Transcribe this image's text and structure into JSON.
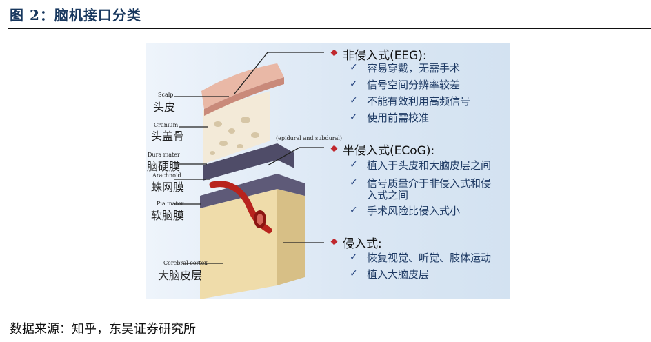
{
  "title": "图 2：脑机接口分类",
  "source": "数据来源：知乎，东吴证券研究所",
  "labels": {
    "scalp_en": "Scalp",
    "scalp_cn": "头皮",
    "cranium_en": "Cranium",
    "cranium_cn": "头盖骨",
    "dura_en": "Dura mater",
    "dura_cn": "脑硬膜",
    "arachnoid_en": "Arachnoid",
    "arachnoid_cn": "蛛网膜",
    "pia_en": "Pia mater",
    "pia_cn": "软脑膜",
    "cortex_en": "Cerebral cortex",
    "cortex_cn": "大脑皮层",
    "epidural": "(epidural and subdural)"
  },
  "sections": [
    {
      "title": "非侵入式(EEG):",
      "items": [
        "容易穿戴，无需手术",
        "信号空间分辨率较差",
        "不能有效利用高频信号",
        "使用前需校准"
      ]
    },
    {
      "title": "半侵入式(ECoG):",
      "items": [
        "植入于头皮和大脑皮层之间",
        "信号质量介于非侵入式和侵",
        "入式之间",
        "手术风险比侵入式小"
      ]
    },
    {
      "title": "侵入式:",
      "items": [
        "恢复视觉、听觉、肢体运动",
        "植入大脑皮层"
      ]
    }
  ],
  "check_icon": "✓",
  "colors": {
    "title": "#17375e",
    "bullet": "#c0282e",
    "text": "#1e3a64",
    "panel": "#dbe7f4"
  }
}
